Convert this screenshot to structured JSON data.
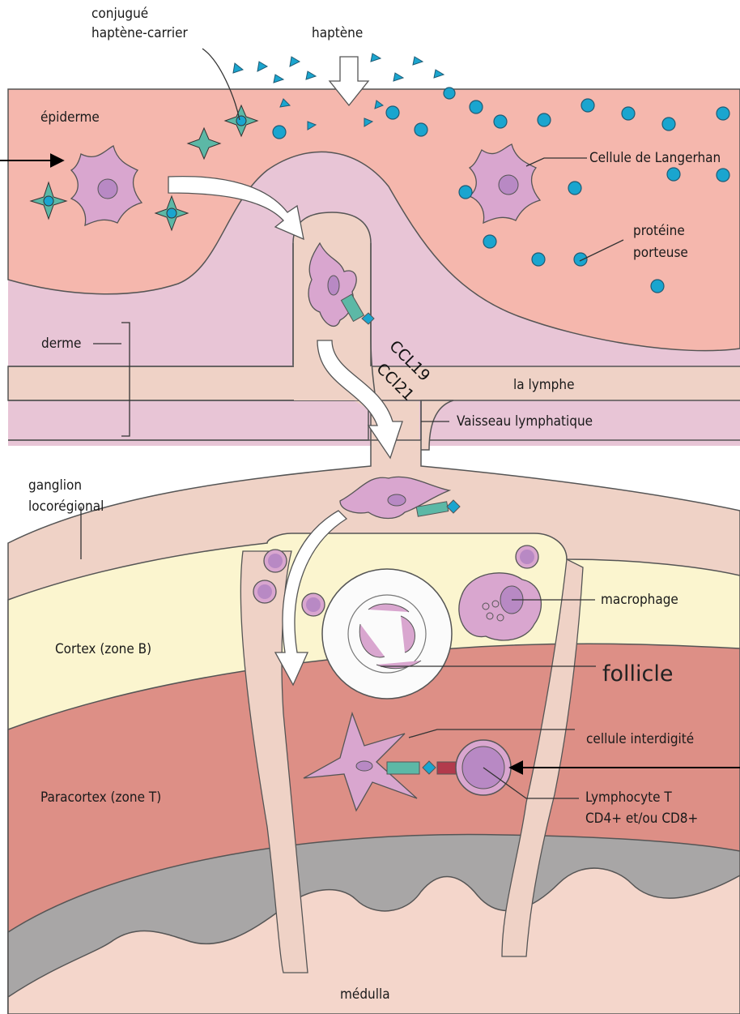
{
  "labels": {
    "conjugate_line1": "conjugué",
    "conjugate_line2": "haptène-carrier",
    "haptene": "haptène",
    "epidermis": "épiderme",
    "langerhans": "Cellule de Langerhan",
    "carrier_line1": "protéine",
    "carrier_line2": "porteuse",
    "dermis": "derme",
    "ccl19": "CCL19",
    "ccl21": "CCl21",
    "lymph": "la lymphe",
    "lymph_vessel": "Vaisseau lymphatique",
    "node_line1": "ganglion",
    "node_line2": "locorégional",
    "macrophage": "macrophage",
    "cortex": "Cortex (zone B)",
    "follicle": "follicle",
    "interdigitating": "cellule interdigité",
    "paracortex": "Paracortex (zone T)",
    "tcell_line1": "Lymphocyte T",
    "tcell_line2": "CD4+ et/ou CD8+",
    "medulla": "médulla"
  },
  "colors": {
    "epidermis": "#f5b7ad",
    "dermis": "#e8c5d6",
    "lymph_band": "#efd2c6",
    "vessel": "#efd2c6",
    "cortex": "#fbf5cf",
    "paracortex": "#dd8f86",
    "medulla": "#a8a6a6",
    "medulla_tissue": "#f4d6cb",
    "cell": "#d9a6cf",
    "nucleus": "#b889c4",
    "protein": "#1aa5cf",
    "receptor": "#5cb8a6",
    "tcr": "#b23a4c"
  },
  "icons": [
    "langerhans-cell-icon",
    "protein-dot-icon",
    "hapten-triangle-icon",
    "conjugate-star-icon",
    "arrow-icon",
    "follicle-icon",
    "macrophage-icon",
    "lymphocyte-icon"
  ]
}
